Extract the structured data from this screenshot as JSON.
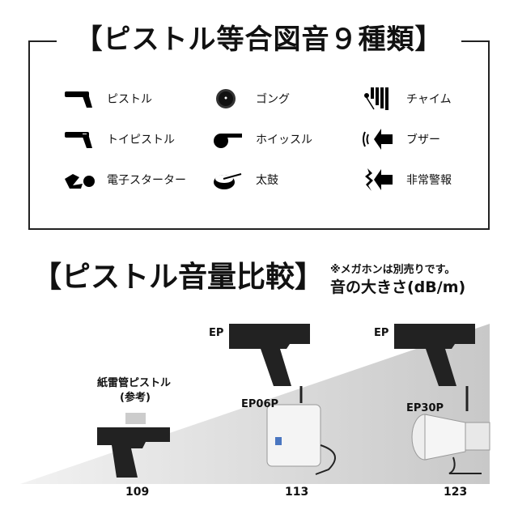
{
  "signals": {
    "title": "【ピストル等合図音９種類】",
    "items": [
      {
        "label": "ピストル",
        "icon": "pistol-icon"
      },
      {
        "label": "ゴング",
        "icon": "gong-icon"
      },
      {
        "label": "チャイム",
        "icon": "chime-icon"
      },
      {
        "label": "トイピストル",
        "icon": "toy-pistol-icon"
      },
      {
        "label": "ホイッスル",
        "icon": "whistle-icon"
      },
      {
        "label": "ブザー",
        "icon": "buzzer-icon"
      },
      {
        "label": "電子スターター",
        "icon": "electronic-starter-icon"
      },
      {
        "label": "太鼓",
        "icon": "drum-icon"
      },
      {
        "label": "非常警報",
        "icon": "alarm-icon"
      }
    ]
  },
  "comparison": {
    "title": "【ピストル音量比較】",
    "note": "※メガホンは別売りです。",
    "unit": "音の大きさ(dB/m)",
    "products": [
      {
        "label": "紙雷管ピストル",
        "sub": "(参考)",
        "value": "109"
      },
      {
        "label": "EP",
        "sub": "EP06P",
        "value": "113"
      },
      {
        "label": "EP",
        "sub": "EP30P",
        "value": "123"
      }
    ]
  }
}
